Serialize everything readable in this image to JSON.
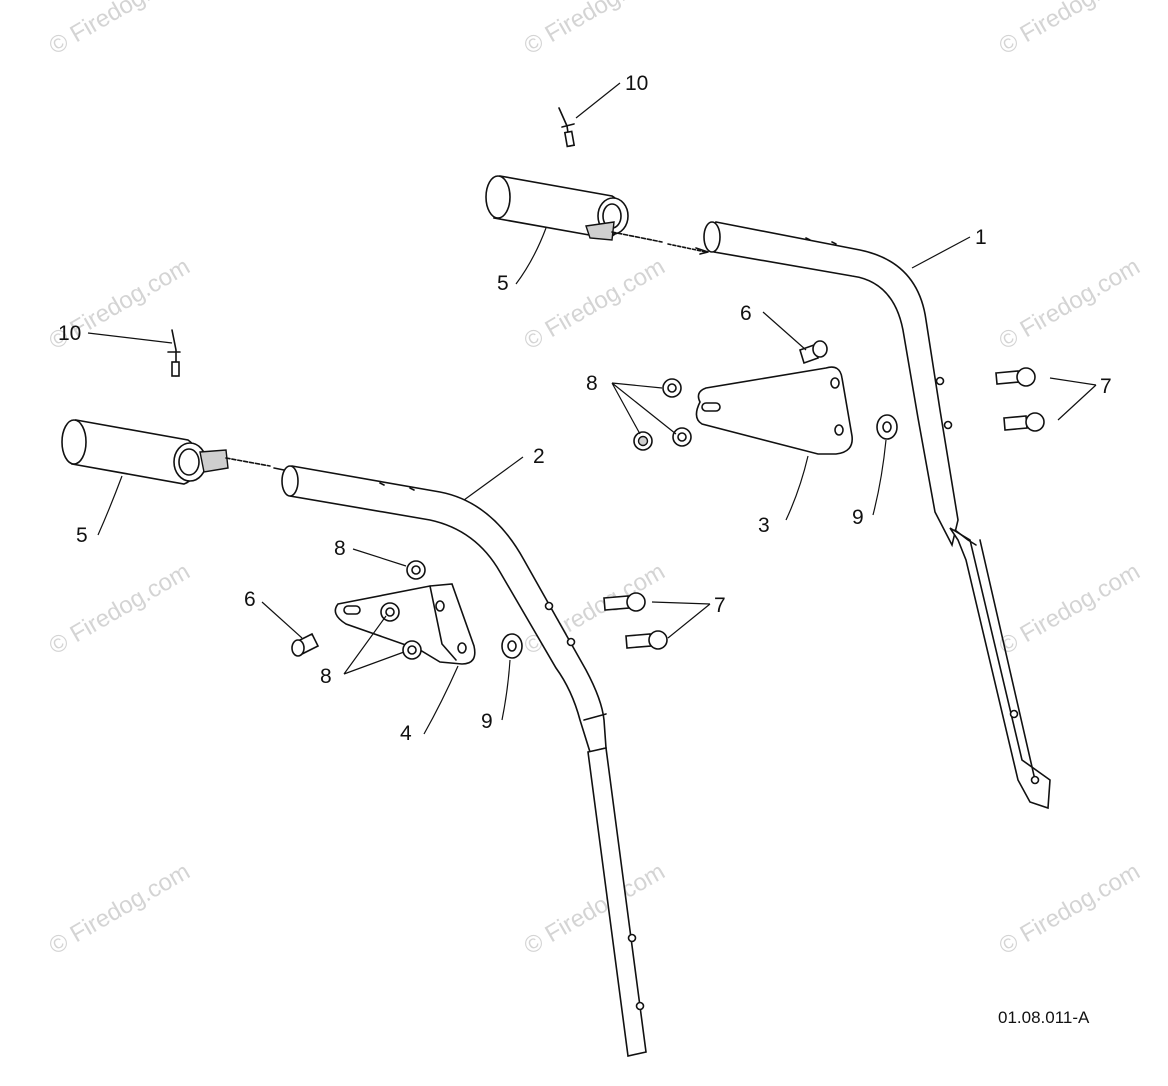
{
  "diagram": {
    "callouts": [
      {
        "id": "c10a",
        "text": "10"
      },
      {
        "id": "c5a",
        "text": "5"
      },
      {
        "id": "c1",
        "text": "1"
      },
      {
        "id": "c6a",
        "text": "6"
      },
      {
        "id": "c8a",
        "text": "8"
      },
      {
        "id": "c7a",
        "text": "7"
      },
      {
        "id": "c3",
        "text": "3"
      },
      {
        "id": "c9a",
        "text": "9"
      },
      {
        "id": "c10b",
        "text": "10"
      },
      {
        "id": "c5b",
        "text": "5"
      },
      {
        "id": "c2",
        "text": "2"
      },
      {
        "id": "c8b",
        "text": "8"
      },
      {
        "id": "c6b",
        "text": "6"
      },
      {
        "id": "c8c",
        "text": "8"
      },
      {
        "id": "c7b",
        "text": "7"
      },
      {
        "id": "c4",
        "text": "4"
      },
      {
        "id": "c9b",
        "text": "9"
      }
    ],
    "document_id": "01.08.011-A",
    "watermark": "© Firedog.com"
  }
}
